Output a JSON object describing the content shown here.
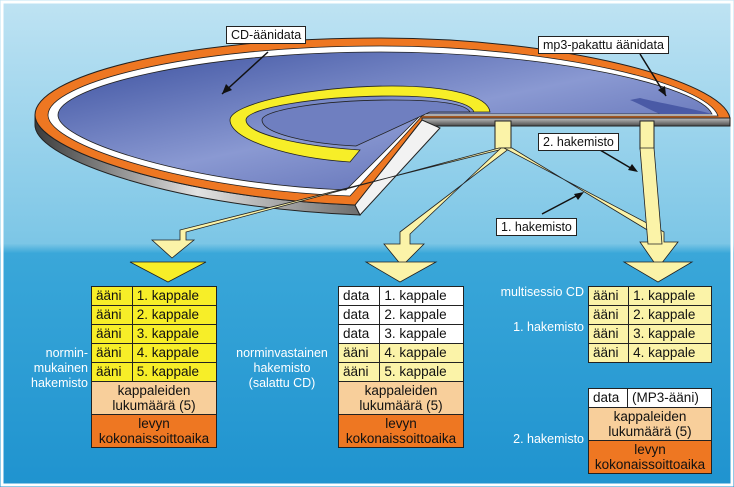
{
  "callouts": {
    "cd_audio": "CD-äänidata",
    "mp3_audio": "mp3-pakattu äänidata",
    "dir2": "2. hakemisto",
    "dir1": "1. hakemisto"
  },
  "standard": {
    "label": [
      "normin-",
      "mukainen",
      "hakemisto"
    ],
    "rows": [
      {
        "type": "ääni",
        "title": "1. kappale"
      },
      {
        "type": "ääni",
        "title": "2. kappale"
      },
      {
        "type": "ääni",
        "title": "3. kappale"
      },
      {
        "type": "ääni",
        "title": "4. kappale"
      },
      {
        "type": "ääni",
        "title": "5. kappale"
      }
    ],
    "count_box": [
      "kappaleiden",
      "lukumäärä (5)"
    ],
    "time_box": [
      "levyn",
      "kokonaissoittoaika"
    ]
  },
  "nonstandard": {
    "label": [
      "norminvastainen",
      "hakemisto",
      "(salattu CD)"
    ],
    "rows": [
      {
        "type": "data",
        "title": "1. kappale"
      },
      {
        "type": "data",
        "title": "2. kappale"
      },
      {
        "type": "data",
        "title": "3. kappale"
      },
      {
        "type": "ääni",
        "title": "4. kappale"
      },
      {
        "type": "ääni",
        "title": "5. kappale"
      }
    ],
    "count_box": [
      "kappaleiden",
      "lukumäärä (5)"
    ],
    "time_box": [
      "levyn",
      "kokonaissoittoaika"
    ]
  },
  "multisession": {
    "label_top": "multisessio CD",
    "label_dir1": "1. hakemisto",
    "label_dir2": "2. hakemisto",
    "rows": [
      {
        "type": "ääni",
        "title": "1. kappale"
      },
      {
        "type": "ääni",
        "title": "2. kappale"
      },
      {
        "type": "ääni",
        "title": "3. kappale"
      },
      {
        "type": "ääni",
        "title": "4. kappale"
      }
    ],
    "dir2_row": {
      "type": "data",
      "title": "(MP3-ääni)"
    },
    "count_box": [
      "kappaleiden",
      "lukumäärä (5)"
    ],
    "time_box": [
      "levyn",
      "kokonaissoittoaika"
    ]
  }
}
